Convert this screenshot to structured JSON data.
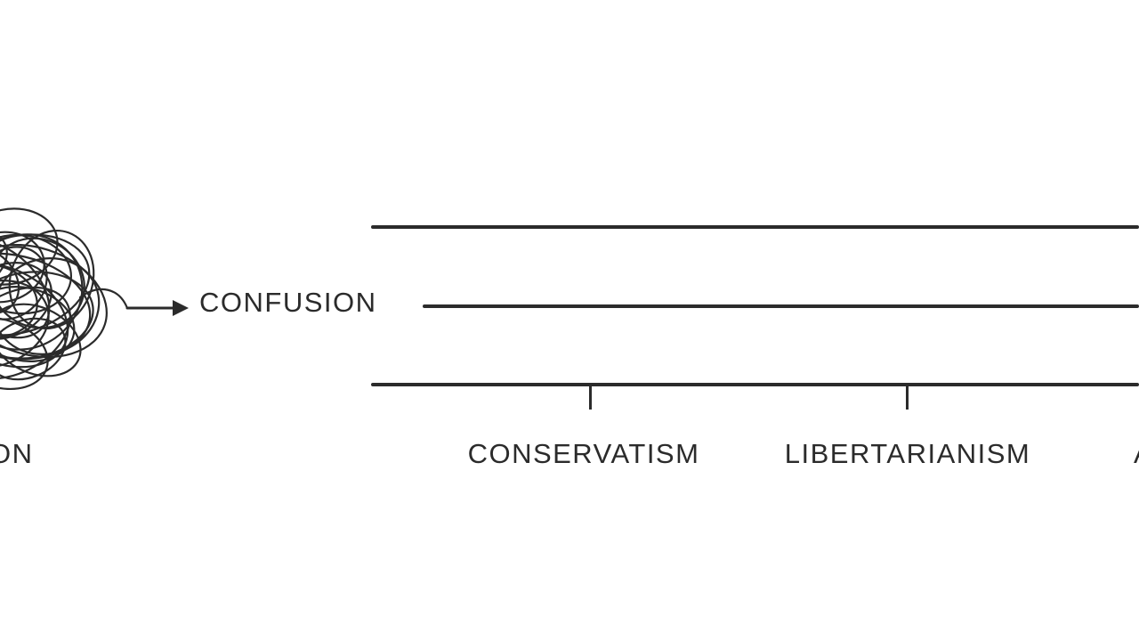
{
  "diagram": {
    "partial_word_left": "ON",
    "confusion_label": "CONFUSION",
    "spectrum_labels": [
      {
        "text": "CONSERVATISM"
      },
      {
        "text": "LIBERTARIANISM"
      }
    ],
    "partial_word_right": "A",
    "colors": {
      "ink": "#2b2b2b",
      "background": "#ffffff"
    }
  }
}
